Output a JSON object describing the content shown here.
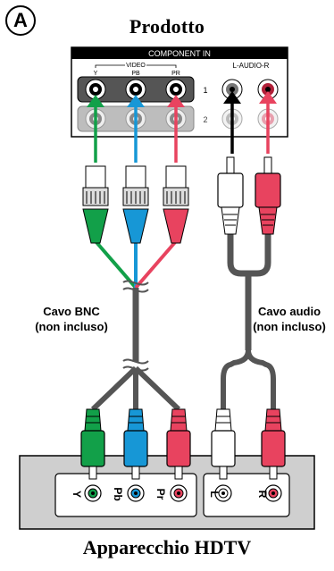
{
  "figure_label": "A",
  "product_title": "Prodotto",
  "device_title": "Apparecchio HDTV",
  "panel": {
    "header": "COMPONENT IN",
    "video_label": "VIDEO",
    "jack_labels": [
      "Y",
      "PB",
      "PR"
    ],
    "audio_label": "L-AUDIO-R",
    "row_numbers": [
      "1",
      "2"
    ]
  },
  "cables": {
    "bnc_label_line1": "Cavo BNC",
    "bnc_label_line2": "(non incluso)",
    "audio_label_line1": "Cavo audio",
    "audio_label_line2": "(non incluso)"
  },
  "hdtv_jacks": [
    "Y",
    "Pb",
    "Pr",
    "L",
    "R"
  ],
  "colors": {
    "green": "#12a049",
    "blue": "#1797d6",
    "red": "#e8435f",
    "cable_gray": "#555555",
    "panel_gray": "#cfcfcf",
    "white_plug": "#ffffff"
  }
}
